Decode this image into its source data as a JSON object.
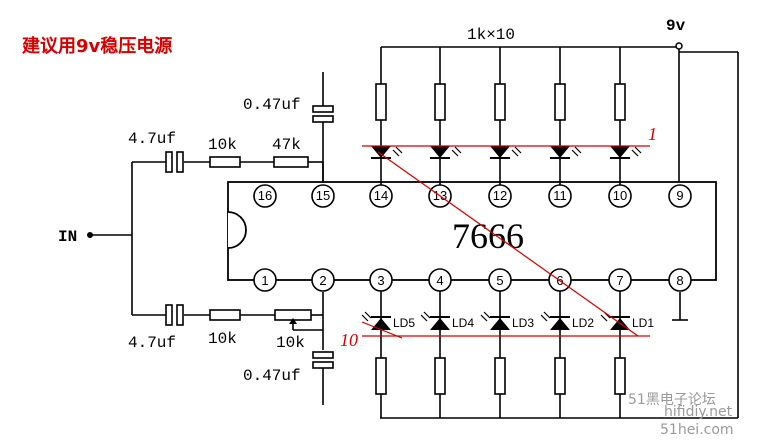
{
  "title": "建议用9v稳压电源",
  "labels": {
    "supply": "9v",
    "resistor_array": "1k×10",
    "input": "IN",
    "cap_top_left": "4.7uf",
    "cap_bottom_left": "4.7uf",
    "res_top_1": "10k",
    "res_top_2": "47k",
    "res_bottom_1": "10k",
    "pot_bottom": "10k",
    "cap_top": "0.47uf",
    "cap_bottom": "0.47uf"
  },
  "chip": {
    "name": "7666",
    "top_pins": [
      "16",
      "15",
      "14",
      "13",
      "12",
      "11",
      "10",
      "9"
    ],
    "bottom_pins": [
      "1",
      "2",
      "3",
      "4",
      "5",
      "6",
      "7",
      "8"
    ]
  },
  "leds_bottom": [
    "LD5",
    "LD4",
    "LD3",
    "LD2",
    "LD1"
  ],
  "annotations": {
    "top_marker": "1",
    "bottom_marker": "10"
  },
  "watermark": {
    "line1": "51黑电子论坛",
    "line2": "hifidiy.net",
    "line3": "51hei.com"
  }
}
